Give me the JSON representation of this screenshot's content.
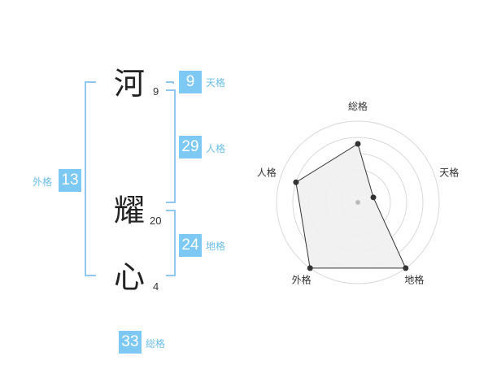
{
  "name_chars": [
    {
      "char": "河",
      "strokes": "9"
    },
    {
      "char": "耀",
      "strokes": "20"
    },
    {
      "char": "心",
      "strokes": "4"
    }
  ],
  "scores": {
    "tenkaku": {
      "value": "9",
      "label": "天格"
    },
    "jinkaku": {
      "value": "29",
      "label": "人格"
    },
    "chikaku": {
      "value": "24",
      "label": "地格"
    },
    "gaikaku": {
      "value": "13",
      "label": "外格"
    },
    "soukaku": {
      "value": "33",
      "label": "総格"
    }
  },
  "colors": {
    "accent": "#7ec8f4",
    "bracket": "#8ec8f0",
    "radar_fill": "#efefef",
    "radar_line": "#333333"
  },
  "chart_data": {
    "type": "radar",
    "axes": [
      "総格",
      "天格",
      "地格",
      "外格",
      "人格"
    ],
    "values": [
      0.72,
      0.2,
      1.0,
      1.0,
      0.8
    ],
    "range": [
      0,
      1
    ],
    "rings": 5
  }
}
